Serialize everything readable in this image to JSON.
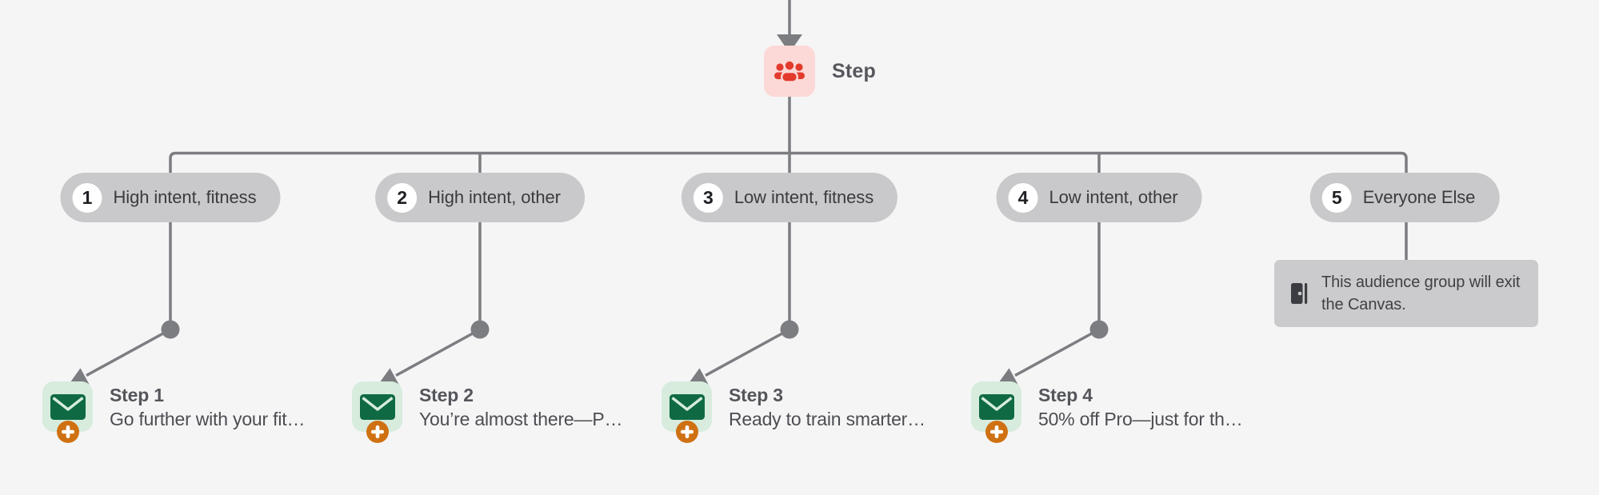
{
  "audience_step": {
    "label": "Step",
    "icon": "audience-people-icon"
  },
  "branches": [
    {
      "number": "1",
      "label": "High intent, fitness"
    },
    {
      "number": "2",
      "label": "High intent, other"
    },
    {
      "number": "3",
      "label": "Low intent, fitness"
    },
    {
      "number": "4",
      "label": "Low intent, other"
    },
    {
      "number": "5",
      "label": "Everyone Else"
    }
  ],
  "steps": [
    {
      "title": "Step 1",
      "subtitle": "Go further with your fit…",
      "icon": "email-envelope-icon",
      "badge_icon": "add-step-plus-icon"
    },
    {
      "title": "Step 2",
      "subtitle": "You’re almost there—P…",
      "icon": "email-envelope-icon",
      "badge_icon": "add-step-plus-icon"
    },
    {
      "title": "Step 3",
      "subtitle": "Ready to train smarter…",
      "icon": "email-envelope-icon",
      "badge_icon": "add-step-plus-icon"
    },
    {
      "title": "Step 4",
      "subtitle": "50% off Pro—just for th…",
      "icon": "email-envelope-icon",
      "badge_icon": "add-step-plus-icon"
    }
  ],
  "exit_note": {
    "icon": "exit-canvas-door-icon",
    "lines": {
      "0": "This audience group will exit",
      "1": "the Canvas."
    }
  },
  "colors": {
    "background": "#f5f5f6",
    "connector_gray": "#7c7d81",
    "pill_gray": "#c9c9cb",
    "exit_box_gray": "#cbcbcd",
    "audience_pink_bg": "#fcd9d7",
    "audience_red": "#e23b2e",
    "email_green_bg": "#d7ecdd",
    "email_green_dark": "#0f6a43",
    "badge_orange": "#cf7112"
  }
}
